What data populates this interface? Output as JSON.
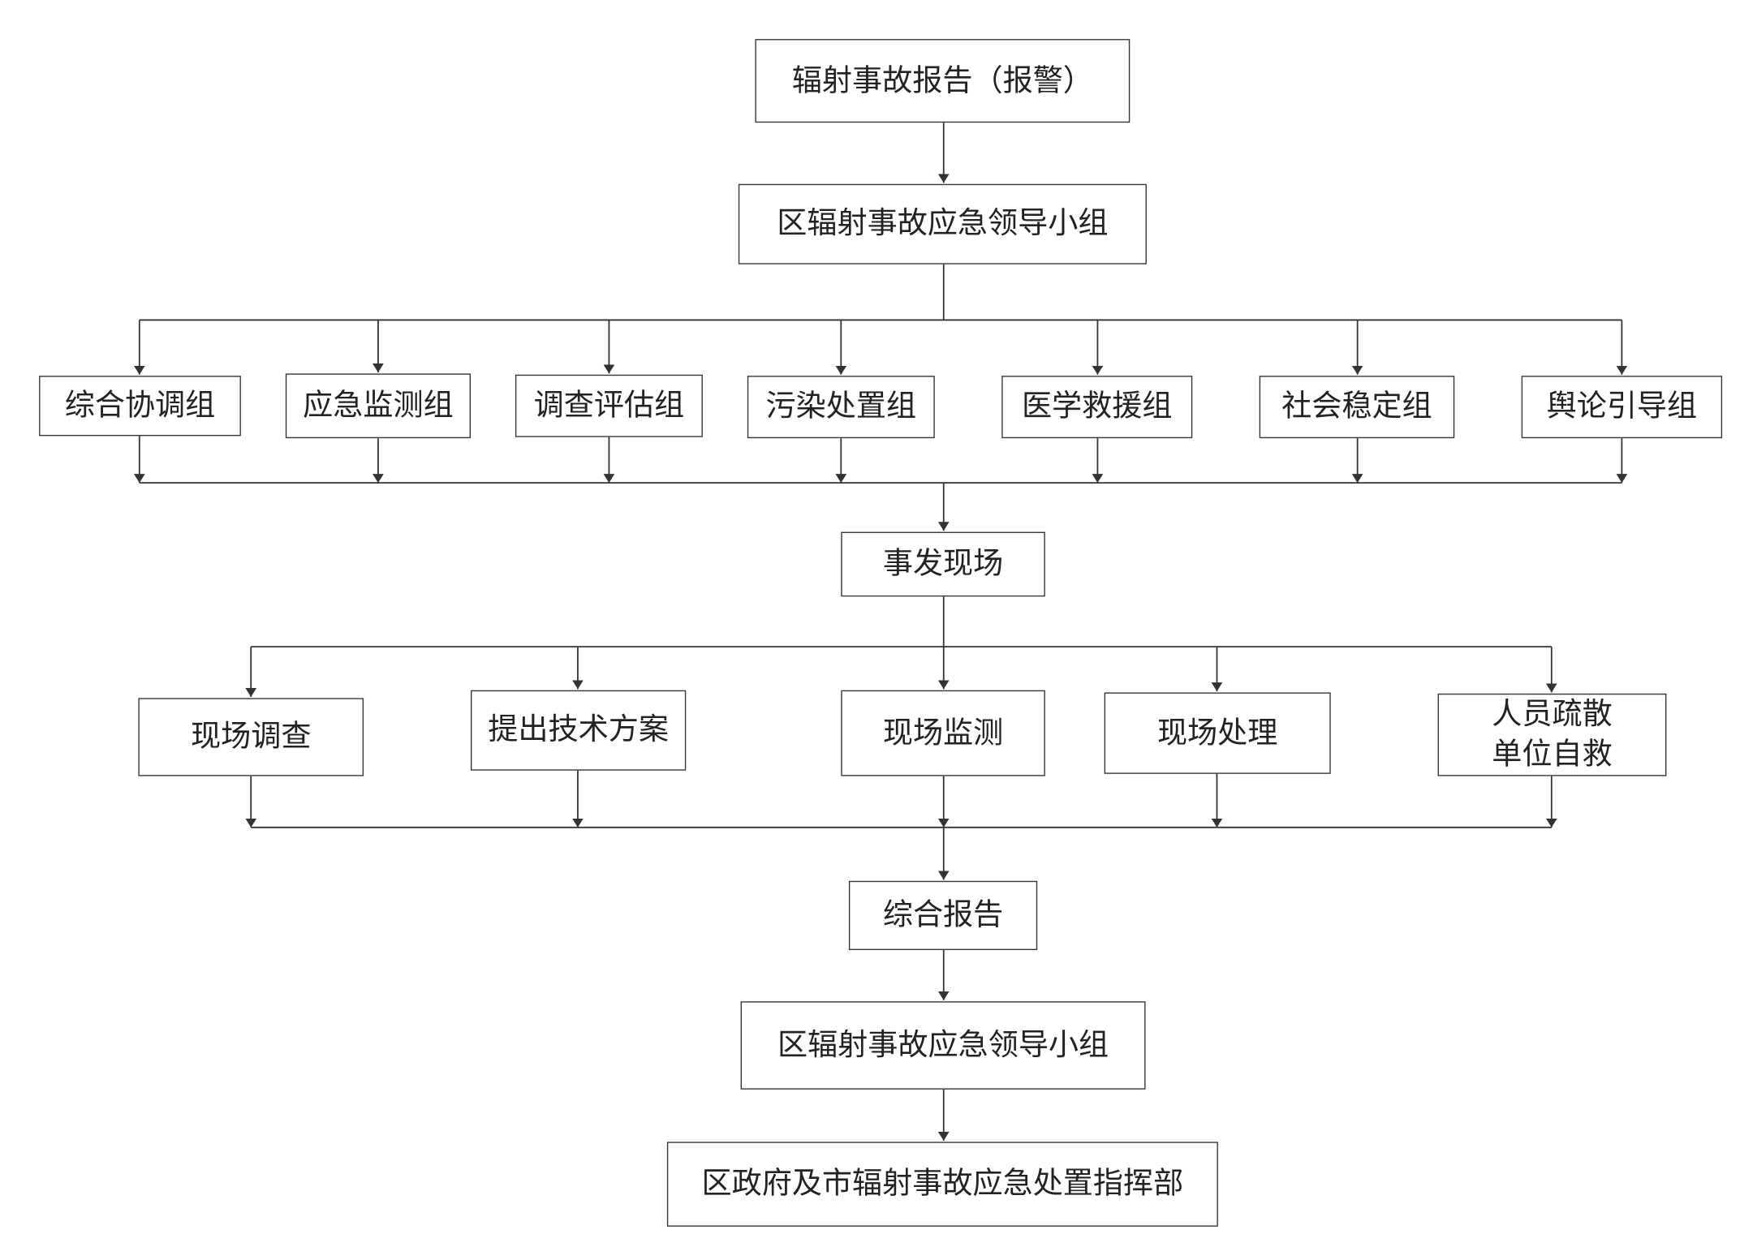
{
  "top": {
    "report": "辐射事故报告（报警）",
    "leader": "区辐射事故应急领导小组"
  },
  "groups": [
    "综合协调组",
    "应急监测组",
    "调查评估组",
    "污染处置组",
    "医学救援组",
    "社会稳定组",
    "舆论引导组"
  ],
  "scene": "事发现场",
  "actions": [
    "现场调查",
    "提出技术方案",
    "现场监测",
    "现场处理",
    "人员疏散\n单位自救"
  ],
  "bottom": {
    "summary": "综合报告",
    "leader": "区辐射事故应急领导小组",
    "command": "区政府及市辐射事故应急处置指挥部"
  },
  "colors": {
    "line": "#333333",
    "text": "#222222"
  }
}
